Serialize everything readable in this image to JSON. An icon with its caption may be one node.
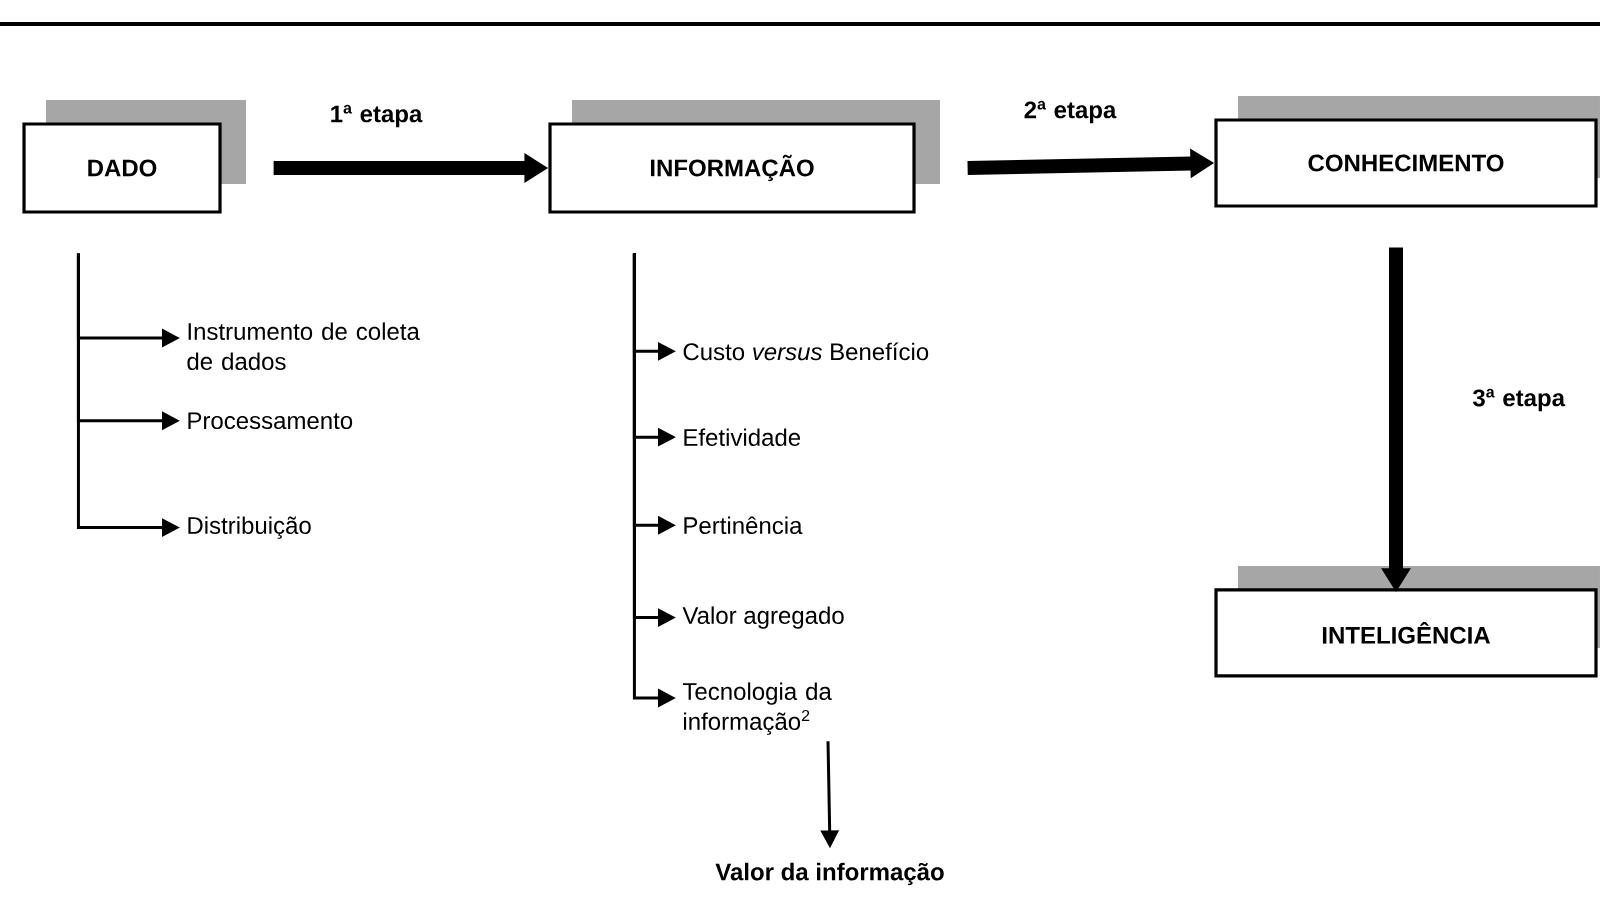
{
  "diagram": {
    "nodes": [
      {
        "text": [
          "DADO"
        ]
      },
      {
        "text": [
          "INFORMAÇÃO"
        ]
      },
      {
        "text": [
          "CONHECIMENTO"
        ]
      },
      {
        "text": [
          "INTELIGÊNCIA"
        ]
      },
      {
        "text": [
          "Instrumento de coleta de dados"
        ]
      },
      {
        "text": [
          "Processamento"
        ]
      },
      {
        "text": [
          "Distribuição"
        ]
      },
      {
        "text": [
          "Custo *versus* Benefício"
        ]
      },
      {
        "text": [
          "Efetividade"
        ]
      },
      {
        "text": [
          "Pertinência"
        ]
      },
      {
        "text": [
          "Valor agregado"
        ]
      },
      {
        "text": [
          "Tecnologia da informação$^{2}$"
        ]
      },
      {
        "text": [
          "Valor da informação"
        ]
      }
    ],
    "edges": [
      {
        "from": 0,
        "to": 1,
        "arrow": "to",
        "label": "1$^{a}$ etapa",
        "style": "thick"
      },
      {
        "from": 1,
        "to": 2,
        "arrow": "to",
        "label": "2$^{a}$ etapa",
        "style": "thick"
      },
      {
        "from": 2,
        "to": 3,
        "arrow": "to",
        "label": "3$^{a}$ etapa",
        "style": "thick"
      },
      {
        "from": 0,
        "to": 4,
        "arrow": "to"
      },
      {
        "from": 0,
        "to": 5,
        "arrow": "to"
      },
      {
        "from": 0,
        "to": 6,
        "arrow": "to"
      },
      {
        "from": 1,
        "to": 7,
        "arrow": "to"
      },
      {
        "from": 1,
        "to": 8,
        "arrow": "to"
      },
      {
        "from": 1,
        "to": 9,
        "arrow": "to"
      },
      {
        "from": 1,
        "to": 10,
        "arrow": "to"
      },
      {
        "from": 1,
        "to": 11,
        "arrow": "to"
      },
      {
        "from": 11,
        "to": 12,
        "arrow": "to"
      }
    ]
  }
}
